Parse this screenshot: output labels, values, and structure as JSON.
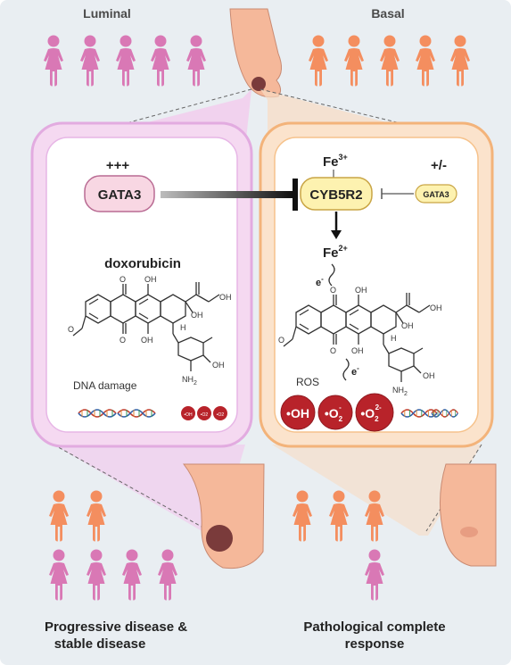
{
  "groups": {
    "luminal_label": "Luminal",
    "basal_label": "Basal"
  },
  "left_cell": {
    "gata3_level": "+++",
    "gata3_label": "GATA3",
    "drug_label": "doxorubicin",
    "dna_damage_label": "DNA damage",
    "small_ros": [
      "•OH",
      "•O2",
      "•O2"
    ]
  },
  "right_cell": {
    "fe3_label": "Fe",
    "fe3_sup": "3+",
    "gata3_level": "+/-",
    "cyb5r2_label": "CYB5R2",
    "gata3_small_label": "GATA3",
    "fe2_label": "Fe",
    "fe2_sup": "2+",
    "electron_label": "e",
    "electron_sup": "-",
    "ros_label": "ROS",
    "ros": [
      {
        "main": "OH",
        "sub": "",
        "sup": ""
      },
      {
        "main": "O",
        "sub": "2",
        "sup": "-"
      },
      {
        "main": "O",
        "sub": "2",
        "sup": "2-"
      }
    ]
  },
  "molecule": {
    "oh": "OH",
    "o": "O",
    "h": "H",
    "nh2": "NH",
    "nh2_sub": "2"
  },
  "outcomes": {
    "left_line1": "Progressive disease &",
    "left_line2": "stable disease",
    "right_line1": "Pathological complete",
    "right_line2": "response"
  },
  "colors": {
    "background": "#e9eef2",
    "luminal_pink": "#d978b5",
    "basal_orange": "#f48e5f",
    "left_cell_border": "#e7b6e6",
    "right_cell_border": "#f6c28b",
    "gata3_fill": "#f8d7e3",
    "gata3_border": "#b96b93",
    "cyb5r2_fill": "#fdf2b0",
    "cyb5r2_border": "#c9a545",
    "ros_red": "#b8232a",
    "breast_skin": "#f5b89a",
    "tumor": "#7a3b3b"
  }
}
